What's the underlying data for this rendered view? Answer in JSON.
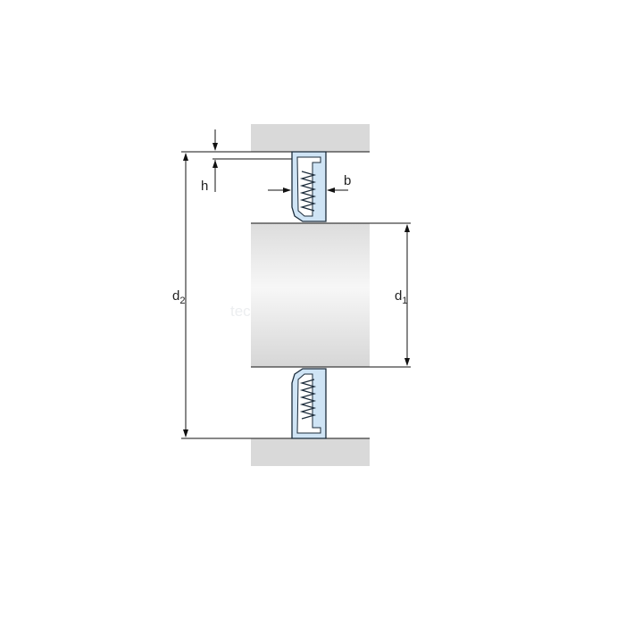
{
  "labels": {
    "h": "h",
    "b": "b",
    "d2": "d",
    "d2_sub": "2",
    "d1": "d",
    "d1_sub": "1"
  },
  "watermark": "technobearing.ru",
  "colors": {
    "housing": "#d9d9d9",
    "shaft_light": "#f6f6f6",
    "shaft_dark": "#d8d8d8",
    "seal_fill": "#cfe4f5",
    "seal_stroke": "#1b2b3a",
    "line": "#111111"
  },
  "icons": [
    "arrow-down-icon",
    "arrow-up-icon",
    "arrow-right-icon",
    "arrow-left-icon",
    "spring-icon"
  ]
}
